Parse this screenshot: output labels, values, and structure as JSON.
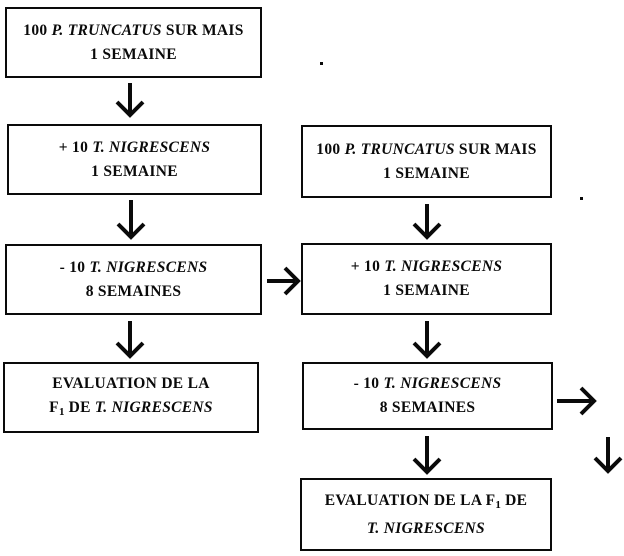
{
  "flowchart": {
    "colors": {
      "ink": "#0a0a0a",
      "paper": "#ffffff"
    },
    "left_column": {
      "box1": {
        "prefix": "100 ",
        "species": "P. TRUNCATUS",
        "suffix": " SUR MAIS",
        "line2": "1 SEMAINE"
      },
      "box2": {
        "prefix": "+ 10 ",
        "species": "T. NIGRESCENS",
        "line2": "1 SEMAINE"
      },
      "box3": {
        "prefix": "- 10 ",
        "species": "T. NIGRESCENS",
        "line2": "8 SEMAINES"
      },
      "box4": {
        "line1": "EVALUATION DE LA",
        "f_label": "F",
        "f_subscript": "1",
        "connector": " DE ",
        "species": "T. NIGRESCENS"
      }
    },
    "right_column": {
      "box1": {
        "prefix": "100 ",
        "species": "P. TRUNCATUS",
        "suffix": " SUR MAIS",
        "line2": "1 SEMAINE"
      },
      "box2": {
        "prefix": "+ 10 ",
        "species": "T. NIGRESCENS",
        "line2": "1 SEMAINE"
      },
      "box3": {
        "prefix": "- 10 ",
        "species": "T. NIGRESCENS",
        "line2": "8 SEMAINES"
      },
      "box4": {
        "line1_prefix": "EVALUATION DE LA F",
        "f_subscript": "1",
        "line1_suffix": " DE",
        "species": "T. NIGRESCENS"
      }
    }
  }
}
